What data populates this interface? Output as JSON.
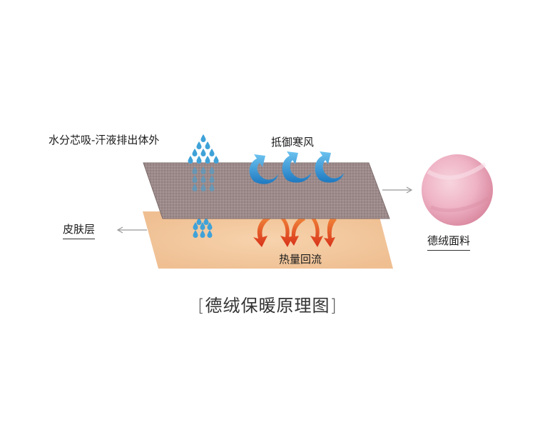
{
  "labels": {
    "moisture_wicking": "水分芯吸-汗液排出体外",
    "wind_resistance": "抵御寒风",
    "skin_layer": "皮肤层",
    "heat_return": "热量回流",
    "fabric": "德绒面料"
  },
  "caption": {
    "open_bracket": "[",
    "text": "德绒保暖原理图",
    "close_bracket": "]"
  },
  "colors": {
    "fabric_layer": "#9c8a8a",
    "skin_layer": "#f4c9a0",
    "water_drops": "#3fa2d8",
    "wind_arrows": "#2f8fd0",
    "heat_arrows": "#e6461e",
    "fabric_swatch": "#f0b9c9",
    "pointer_arrows": "#999999"
  },
  "icons": {
    "water_drops": "droplet-icon",
    "wind": "curved-arrow-icon",
    "heat": "down-arrow-icon",
    "pointer": "arrow-icon"
  }
}
